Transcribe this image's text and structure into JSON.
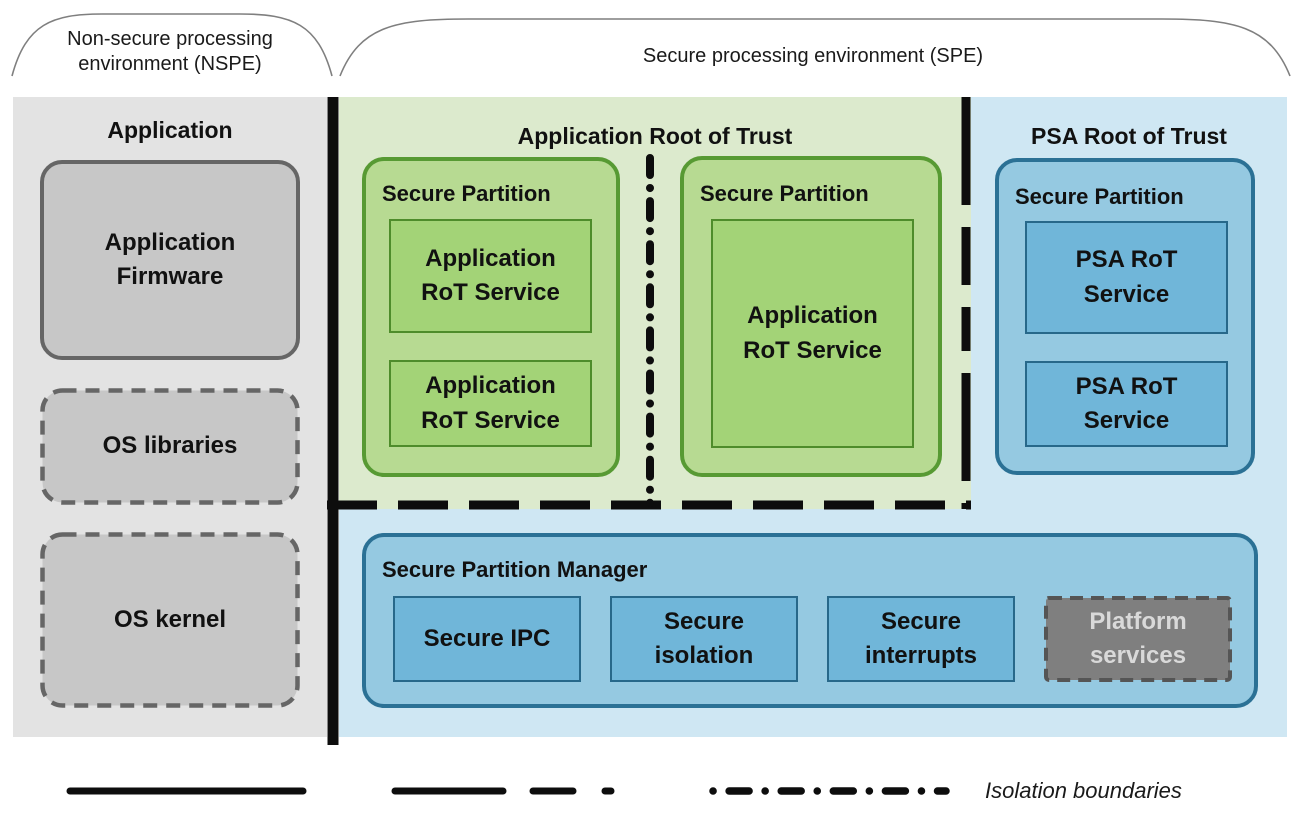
{
  "braces": {
    "nspe": {
      "line1": "Non-secure processing",
      "line2": "environment (NSPE)"
    },
    "spe": {
      "label": "Secure processing environment (SPE)"
    }
  },
  "nspe": {
    "title": "Application",
    "boxes": [
      {
        "label": "Application Firmware",
        "style": "solid"
      },
      {
        "label": "OS libraries",
        "style": "dashed"
      },
      {
        "label": "OS kernel",
        "style": "dashed"
      }
    ]
  },
  "app_rot": {
    "title": "Application Root of Trust",
    "partitions": [
      {
        "title": "Secure Partition",
        "services": [
          "Application RoT Service",
          "Application RoT Service"
        ]
      },
      {
        "title": "Secure Partition",
        "services": [
          "Application RoT Service"
        ]
      }
    ]
  },
  "psa_rot": {
    "title": "PSA Root of Trust",
    "partition": {
      "title": "Secure Partition",
      "services": [
        "PSA RoT Service",
        "PSA RoT Service"
      ]
    }
  },
  "spm": {
    "title": "Secure Partition Manager",
    "modules": [
      {
        "label": "Secure IPC",
        "style": "blue"
      },
      {
        "label": "Secure isolation",
        "style": "blue"
      },
      {
        "label": "Secure interrupts",
        "style": "blue"
      },
      {
        "label": "Platform services",
        "style": "gray-dashed"
      }
    ]
  },
  "legend": {
    "label": "Isolation boundaries",
    "line_styles": [
      "solid",
      "dashed",
      "dash-dot"
    ]
  },
  "colors": {
    "nspe_bg": "#e3e3e3",
    "nspe_box_fill": "#c7c7c7",
    "nspe_box_border": "#666666",
    "arot_bg": "#dceacd",
    "arot_partition_fill": "#b7da92",
    "arot_service_fill": "#a3d377",
    "arot_border": "#579a33",
    "prot_bg": "#cfe7f3",
    "prot_partition_fill": "#95c9e1",
    "prot_service_fill": "#70b6d9",
    "prot_border": "#2b7195",
    "platform_fill": "#7f7f7f",
    "platform_border": "#555555",
    "platform_text": "#d9d9d9",
    "boundary": "#0d0d0d",
    "brace": "#7f7f7f"
  }
}
